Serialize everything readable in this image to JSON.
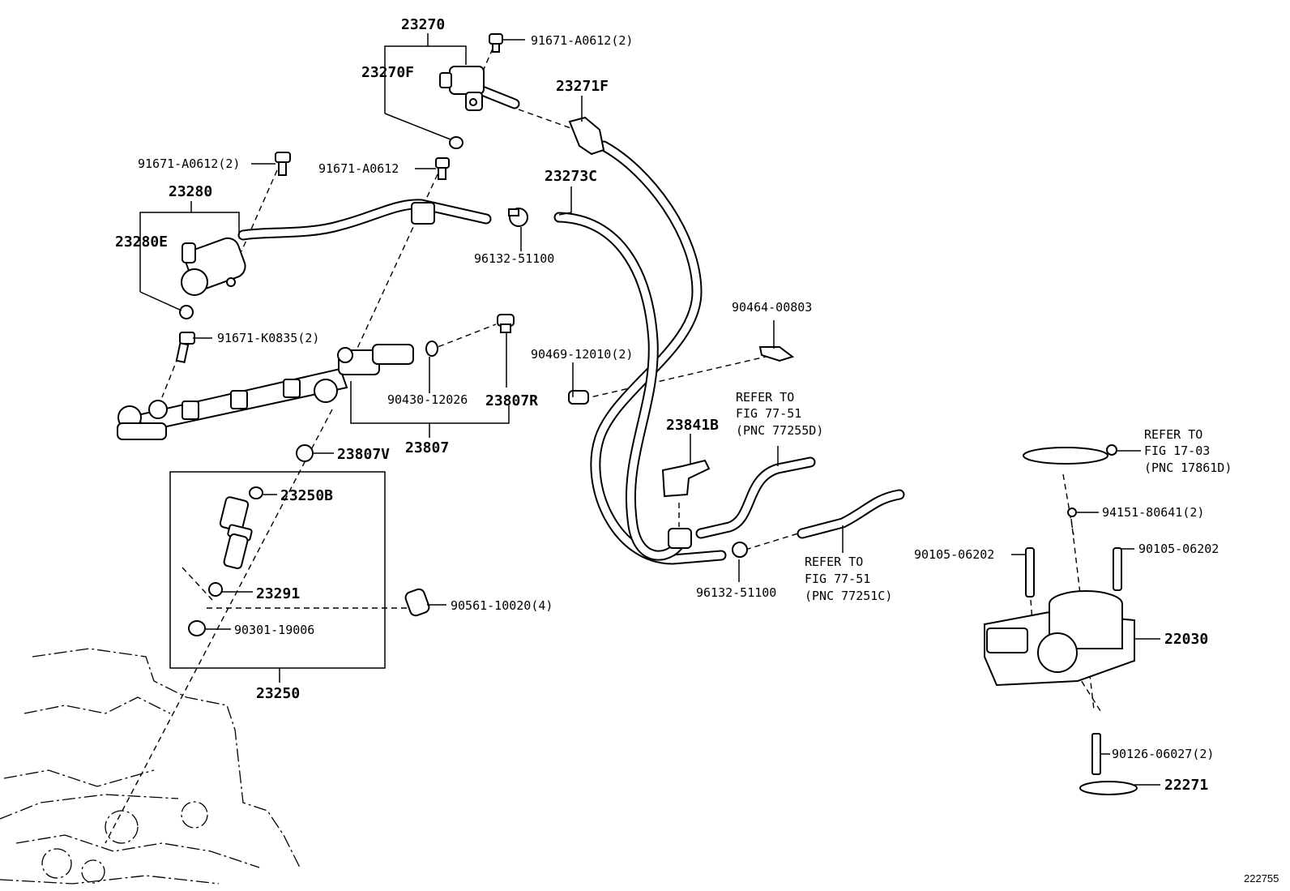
{
  "figure_number": "222755",
  "labels": {
    "p23270": "23270",
    "p23270F": "23270F",
    "p91671_A0612_2_top": "91671-A0612(2)",
    "p23271F": "23271F",
    "p91671_A0612_2_left": "91671-A0612(2)",
    "p91671_A0612": "91671-A0612",
    "p23273C": "23273C",
    "p23280": "23280",
    "p23280E": "23280E",
    "p96132_51100_top": "96132-51100",
    "p90464_00803": "90464-00803",
    "p91671_K0835_2": "91671-K0835(2)",
    "p90469_12010_2": "90469-12010(2)",
    "p90430_12026": "90430-12026",
    "p23807R": "23807R",
    "p23807": "23807",
    "p23807V": "23807V",
    "p23841B": "23841B",
    "p23250B": "23250B",
    "p23291": "23291",
    "p90561_10020_4": "90561-10020(4)",
    "p90301_19006": "90301-19006",
    "p23250": "23250",
    "p96132_51100_bottom": "96132-51100",
    "p94151_80641_2": "94151-80641(2)",
    "p90105_06202_left": "90105-06202",
    "p90105_06202_right": "90105-06202",
    "p22030": "22030",
    "p90126_06027_2": "90126-06027(2)",
    "p22271": "22271"
  },
  "refer_notes": {
    "r1": {
      "line1": "REFER TO",
      "line2": "FIG 77-51",
      "line3": "(PNC 77255D)"
    },
    "r2": {
      "line1": "REFER TO",
      "line2": "FIG 77-51",
      "line3": "(PNC 77251C)"
    },
    "r3": {
      "line1": "REFER TO",
      "line2": "FIG 17-03",
      "line3": "(PNC 17861D)"
    }
  }
}
